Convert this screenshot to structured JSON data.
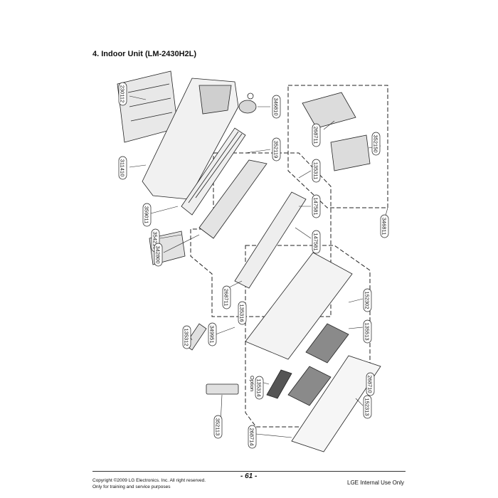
{
  "title": "4. Indoor Unit (LM-2430H2L)",
  "parts": [
    "230112",
    "311410",
    "359011",
    "346810",
    "352119",
    "354210",
    "342800",
    "268711",
    "352150",
    "346811",
    "135311",
    "147581",
    "147581",
    "268711",
    "349951",
    "135513",
    "152302",
    "152313",
    "135314",
    "135312",
    "352113",
    "268714",
    "135316",
    "268710"
  ],
  "option_label": "Option",
  "footer": {
    "copyright": "Copyright ©2009 LG Electronics. Inc. All right reserved.",
    "note": "Only for training and service purposes",
    "page": "- 61 -",
    "internal": "LGE Internal Use Only"
  }
}
